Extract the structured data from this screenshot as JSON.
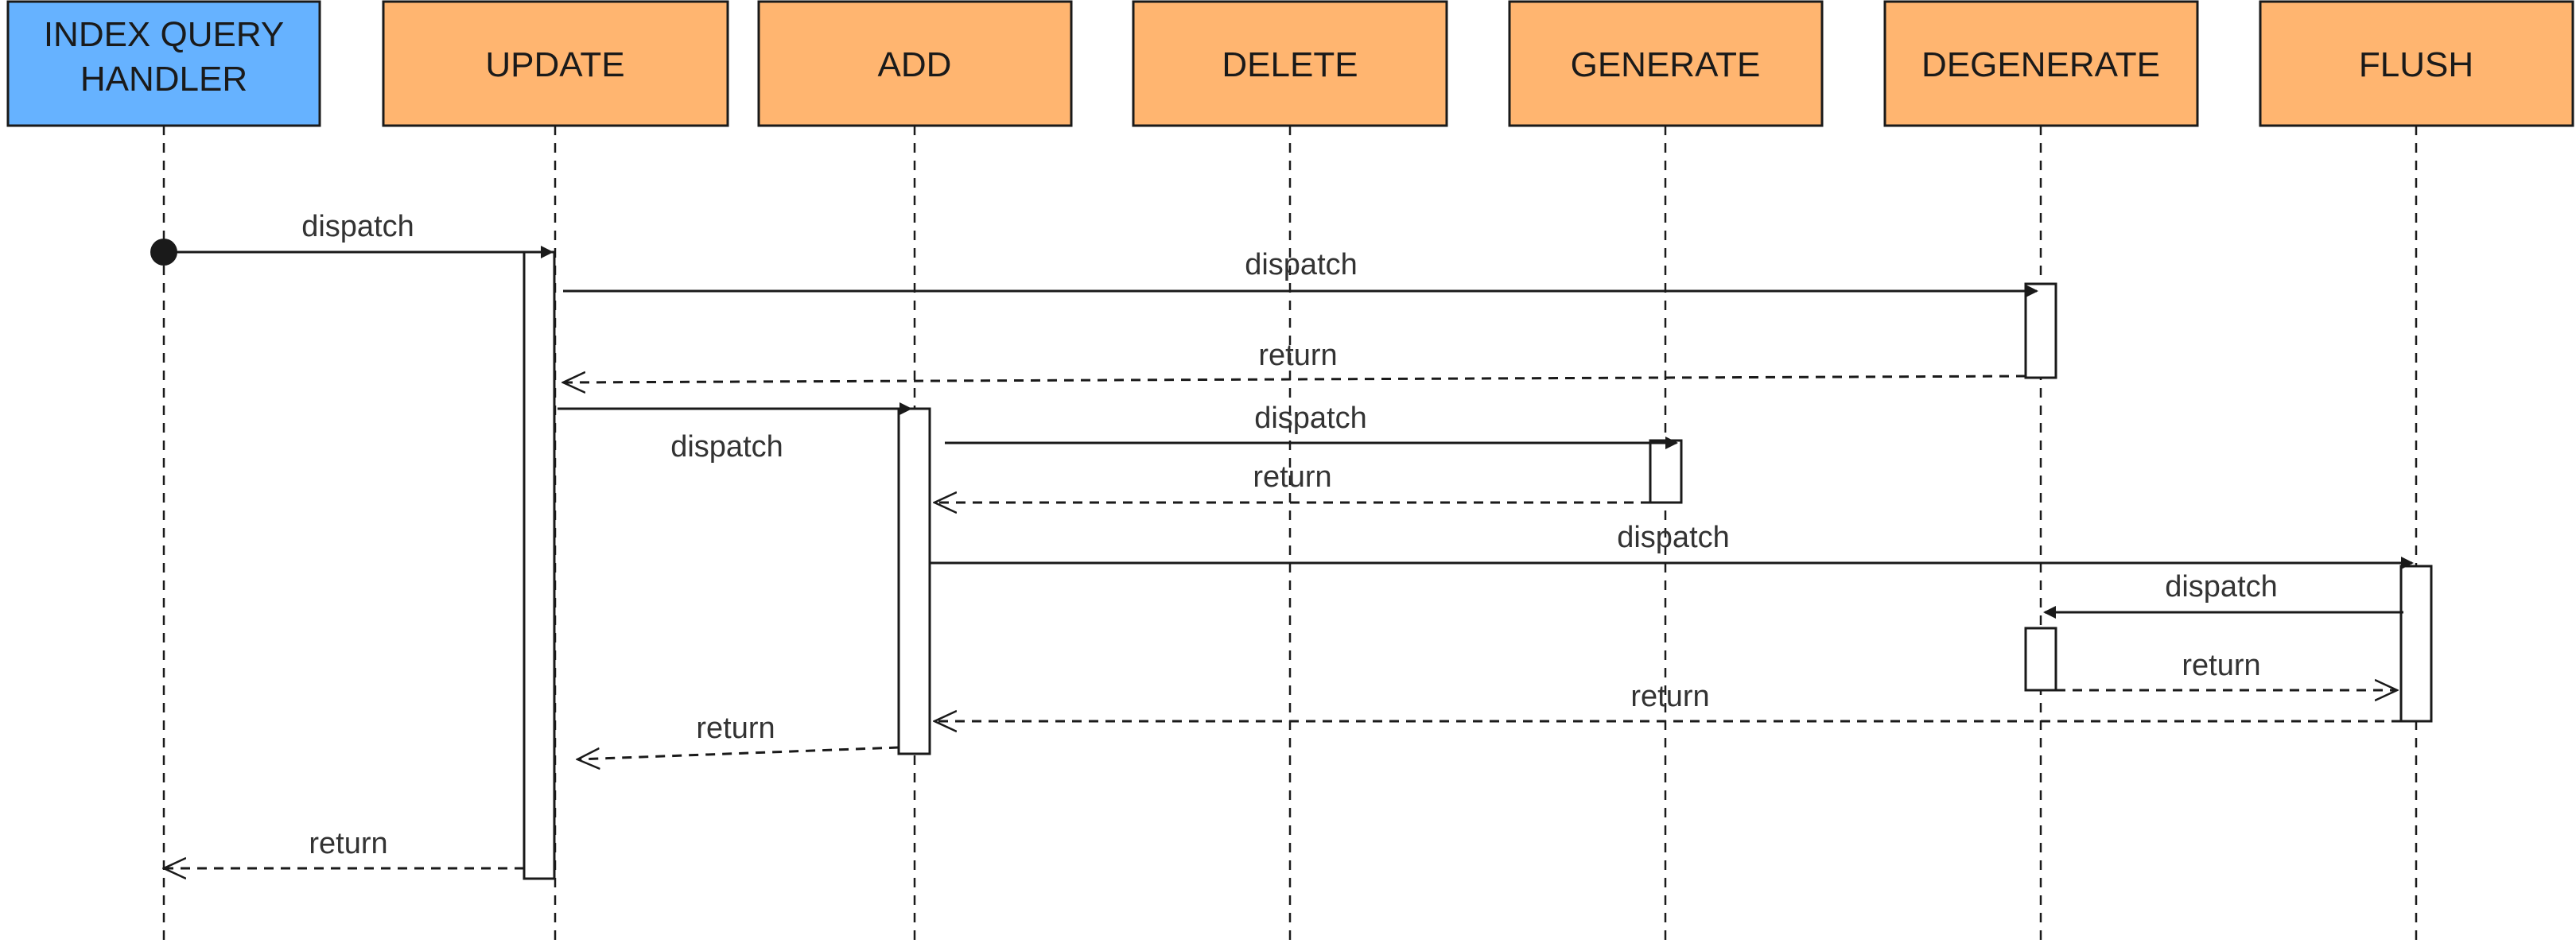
{
  "colors": {
    "handler_fill": "#66b2ff",
    "component_fill": "#ffb570",
    "box_stroke": "#1a1a1a",
    "line": "#1a1a1a",
    "activation_fill": "#ffffff"
  },
  "participants": [
    {
      "id": "handler",
      "lines": [
        "INDEX QUERY",
        "HANDLER"
      ],
      "kind": "handler"
    },
    {
      "id": "update",
      "lines": [
        "UPDATE"
      ],
      "kind": "component"
    },
    {
      "id": "add",
      "lines": [
        "ADD"
      ],
      "kind": "component"
    },
    {
      "id": "delete",
      "lines": [
        "DELETE"
      ],
      "kind": "component"
    },
    {
      "id": "generate",
      "lines": [
        "GENERATE"
      ],
      "kind": "component"
    },
    {
      "id": "degenerate",
      "lines": [
        "DEGENERATE"
      ],
      "kind": "component"
    },
    {
      "id": "flush",
      "lines": [
        "FLUSH"
      ],
      "kind": "component"
    }
  ],
  "messages": [
    {
      "from": "handler",
      "to": "update",
      "label": "dispatch",
      "type": "sync",
      "found": true
    },
    {
      "from": "update",
      "to": "degenerate",
      "label": "dispatch",
      "type": "sync"
    },
    {
      "from": "degenerate",
      "to": "update",
      "label": "return",
      "type": "return"
    },
    {
      "from": "update",
      "to": "add",
      "label": "dispatch",
      "type": "sync"
    },
    {
      "from": "add",
      "to": "generate",
      "label": "dispatch",
      "type": "sync"
    },
    {
      "from": "generate",
      "to": "add",
      "label": "return",
      "type": "return"
    },
    {
      "from": "add",
      "to": "flush",
      "label": "dispatch",
      "type": "sync"
    },
    {
      "from": "flush",
      "to": "degenerate",
      "label": "dispatch",
      "type": "sync"
    },
    {
      "from": "degenerate",
      "to": "flush",
      "label": "return",
      "type": "return"
    },
    {
      "from": "flush",
      "to": "add",
      "label": "return",
      "type": "return"
    },
    {
      "from": "add",
      "to": "update",
      "label": "return",
      "type": "return"
    },
    {
      "from": "update",
      "to": "handler",
      "label": "return",
      "type": "return"
    }
  ]
}
